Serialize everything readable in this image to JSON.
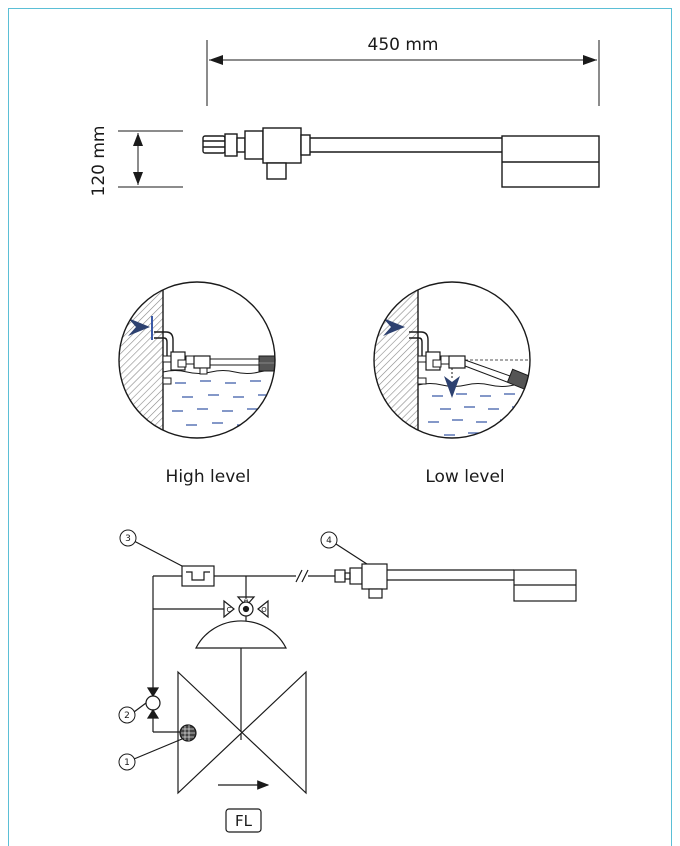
{
  "dimensions": {
    "length_label": "450 mm",
    "height_label": "120 mm"
  },
  "panels": [
    {
      "caption": "High level"
    },
    {
      "caption": "Low level"
    }
  ],
  "schematic": {
    "callouts": [
      "1",
      "2",
      "3",
      "4"
    ],
    "valve_ports": [
      "A",
      "C",
      "O"
    ],
    "flow_label": "FL"
  },
  "colors": {
    "frame": "#5bbfd6",
    "water": "#3b5aa8",
    "arrow": "#2d4170",
    "float": "#555555"
  }
}
